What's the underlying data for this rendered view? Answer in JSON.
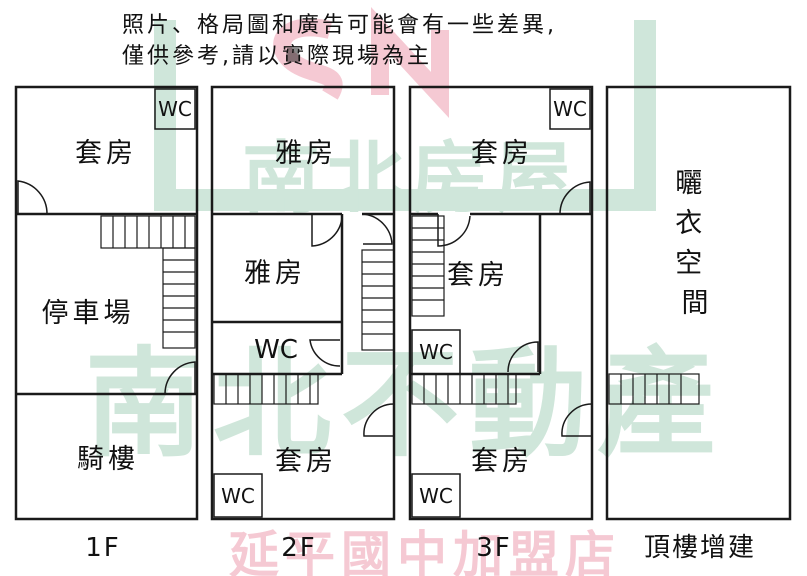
{
  "notice": {
    "line1": "照片、格局圖和廣告可能會有一些差異,",
    "line2": "僅供參考,請以實際現場為主"
  },
  "floors": {
    "f1": {
      "label": "1F",
      "room_top": "套房",
      "room_mid": "停車場",
      "room_bottom": "騎樓",
      "wc": "WC"
    },
    "f2": {
      "label": "2F",
      "room_top": "雅房",
      "room_mid": "雅房",
      "room_bottom": "套房",
      "wc_mid": "WC",
      "wc_bottom": "WC"
    },
    "f3": {
      "label": "3F",
      "room_top": "套房",
      "room_mid": "套房",
      "room_bottom": "套房",
      "wc_top": "WC",
      "wc_mid": "WC",
      "wc_bottom": "WC"
    },
    "roof": {
      "label": "頂樓增建",
      "room": "曬衣空間"
    }
  },
  "watermark": {
    "logo": "SN",
    "brand_small": "南北房屋",
    "brand_large": "南北不動產",
    "store": "延平國中加盟店"
  },
  "colors": {
    "watermark_green": "#cfe6da",
    "watermark_pink": "#f5c9d3",
    "line": "#1a1a1a"
  }
}
